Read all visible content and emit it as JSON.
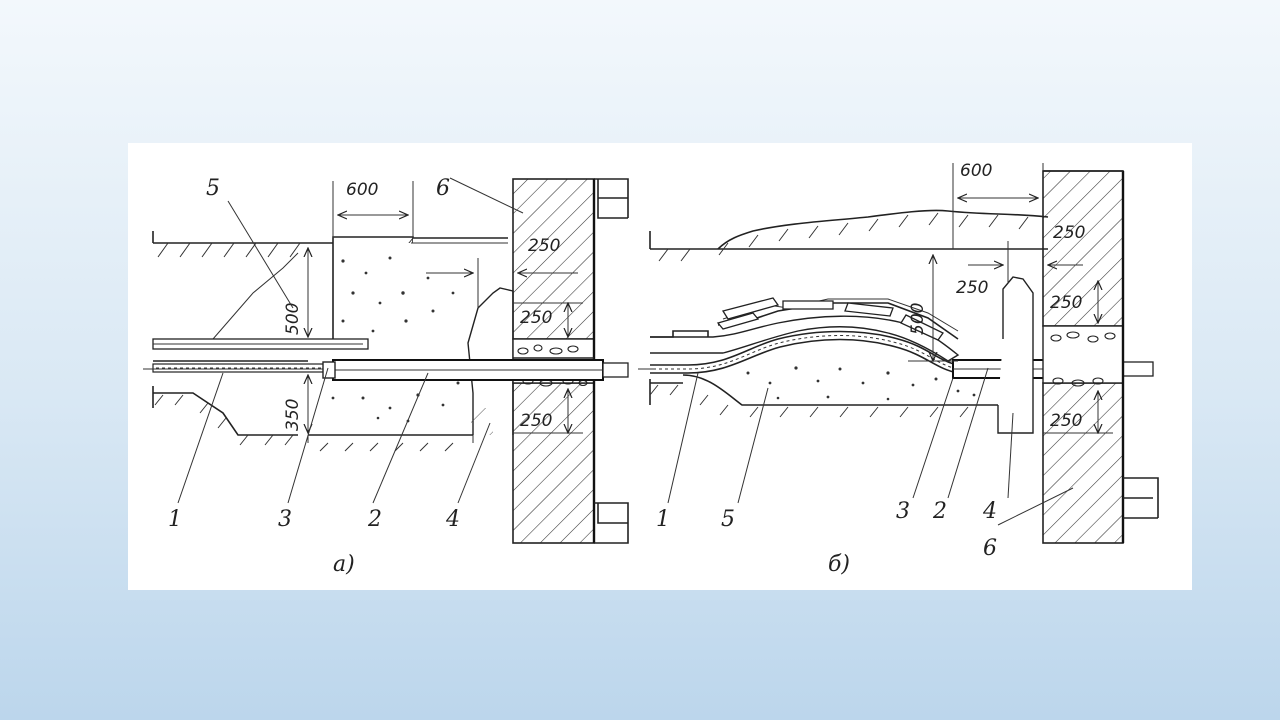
{
  "figure": {
    "panel_a": {
      "caption": "а)",
      "dimensions": {
        "width": "600",
        "upper": "500",
        "lower": "350",
        "wall_top": "250",
        "wall_mid": "250",
        "wall_bottom": "250"
      },
      "callouts": [
        "5",
        "6",
        "1",
        "3",
        "2",
        "4"
      ]
    },
    "panel_b": {
      "caption": "б)",
      "dimensions": {
        "width": "600",
        "depth": "500",
        "gap": "250",
        "wall_top": "250",
        "wall_mid": "250",
        "wall_bottom": "250"
      },
      "callouts": [
        "1",
        "5",
        "3",
        "2",
        "4",
        "6"
      ]
    }
  },
  "colors": {
    "background_top": "#f3f8fc",
    "background_bottom": "#bcd6ec",
    "ink": "#222222",
    "paper": "#ffffff"
  }
}
